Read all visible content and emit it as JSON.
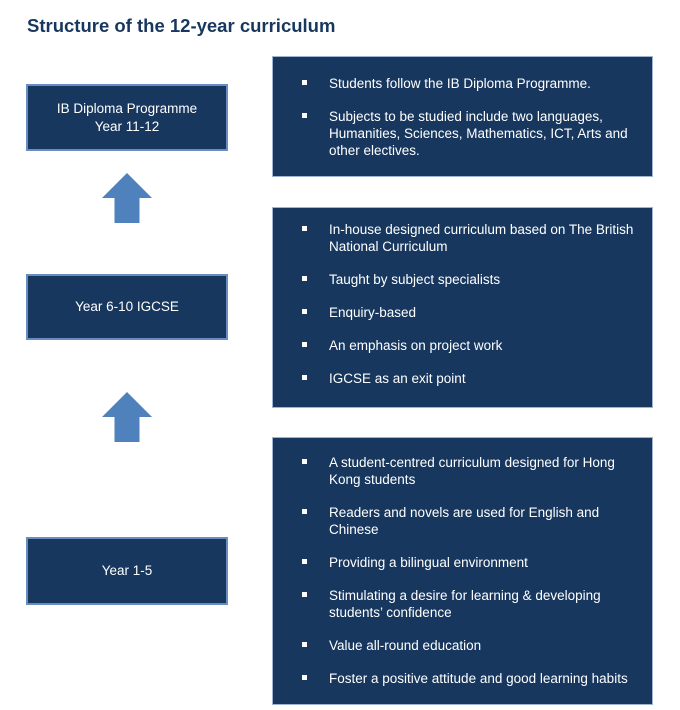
{
  "title": "Structure of the 12-year curriculum",
  "stages": [
    {
      "lines": [
        "IB Diploma Programme",
        "Year 11-12"
      ],
      "points": [
        "Students follow the IB Diploma Programme.",
        "Subjects to be studied include two languages, Humanities, Sciences, Mathematics, ICT, Arts and other electives."
      ]
    },
    {
      "lines": [
        "Year 6-10 IGCSE"
      ],
      "points": [
        "In-house designed curriculum based on The British National Curriculum",
        "Taught by subject specialists",
        "Enquiry-based",
        "An emphasis on project work",
        "IGCSE as an exit point"
      ]
    },
    {
      "lines": [
        "Year 1-5"
      ],
      "points": [
        "A student-centred curriculum designed for Hong Kong students",
        "Readers and novels are used for English and Chinese",
        "Providing a bilingual environment",
        "Stimulating a desire for learning & developing students’ confidence",
        "Value all-round education",
        "Foster a positive attitude and good learning habits"
      ]
    }
  ],
  "colors": {
    "title": "#17375e",
    "box_fill": "#17375e",
    "stage_border": "#6a8dc1",
    "arrow": "#4f81bd",
    "text": "#ffffff"
  }
}
